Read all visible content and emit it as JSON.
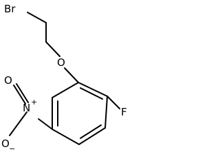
{
  "molecule": {
    "atoms": {
      "bromine": "Br",
      "ether_oxygen": "O",
      "fluorine": "F",
      "nitro_nitrogen": "N",
      "nitro_oxygen_double": "O",
      "nitro_oxygen_single": "O"
    },
    "charges": {
      "nitrogen_plus": "+",
      "oxygen_minus": "−"
    }
  }
}
